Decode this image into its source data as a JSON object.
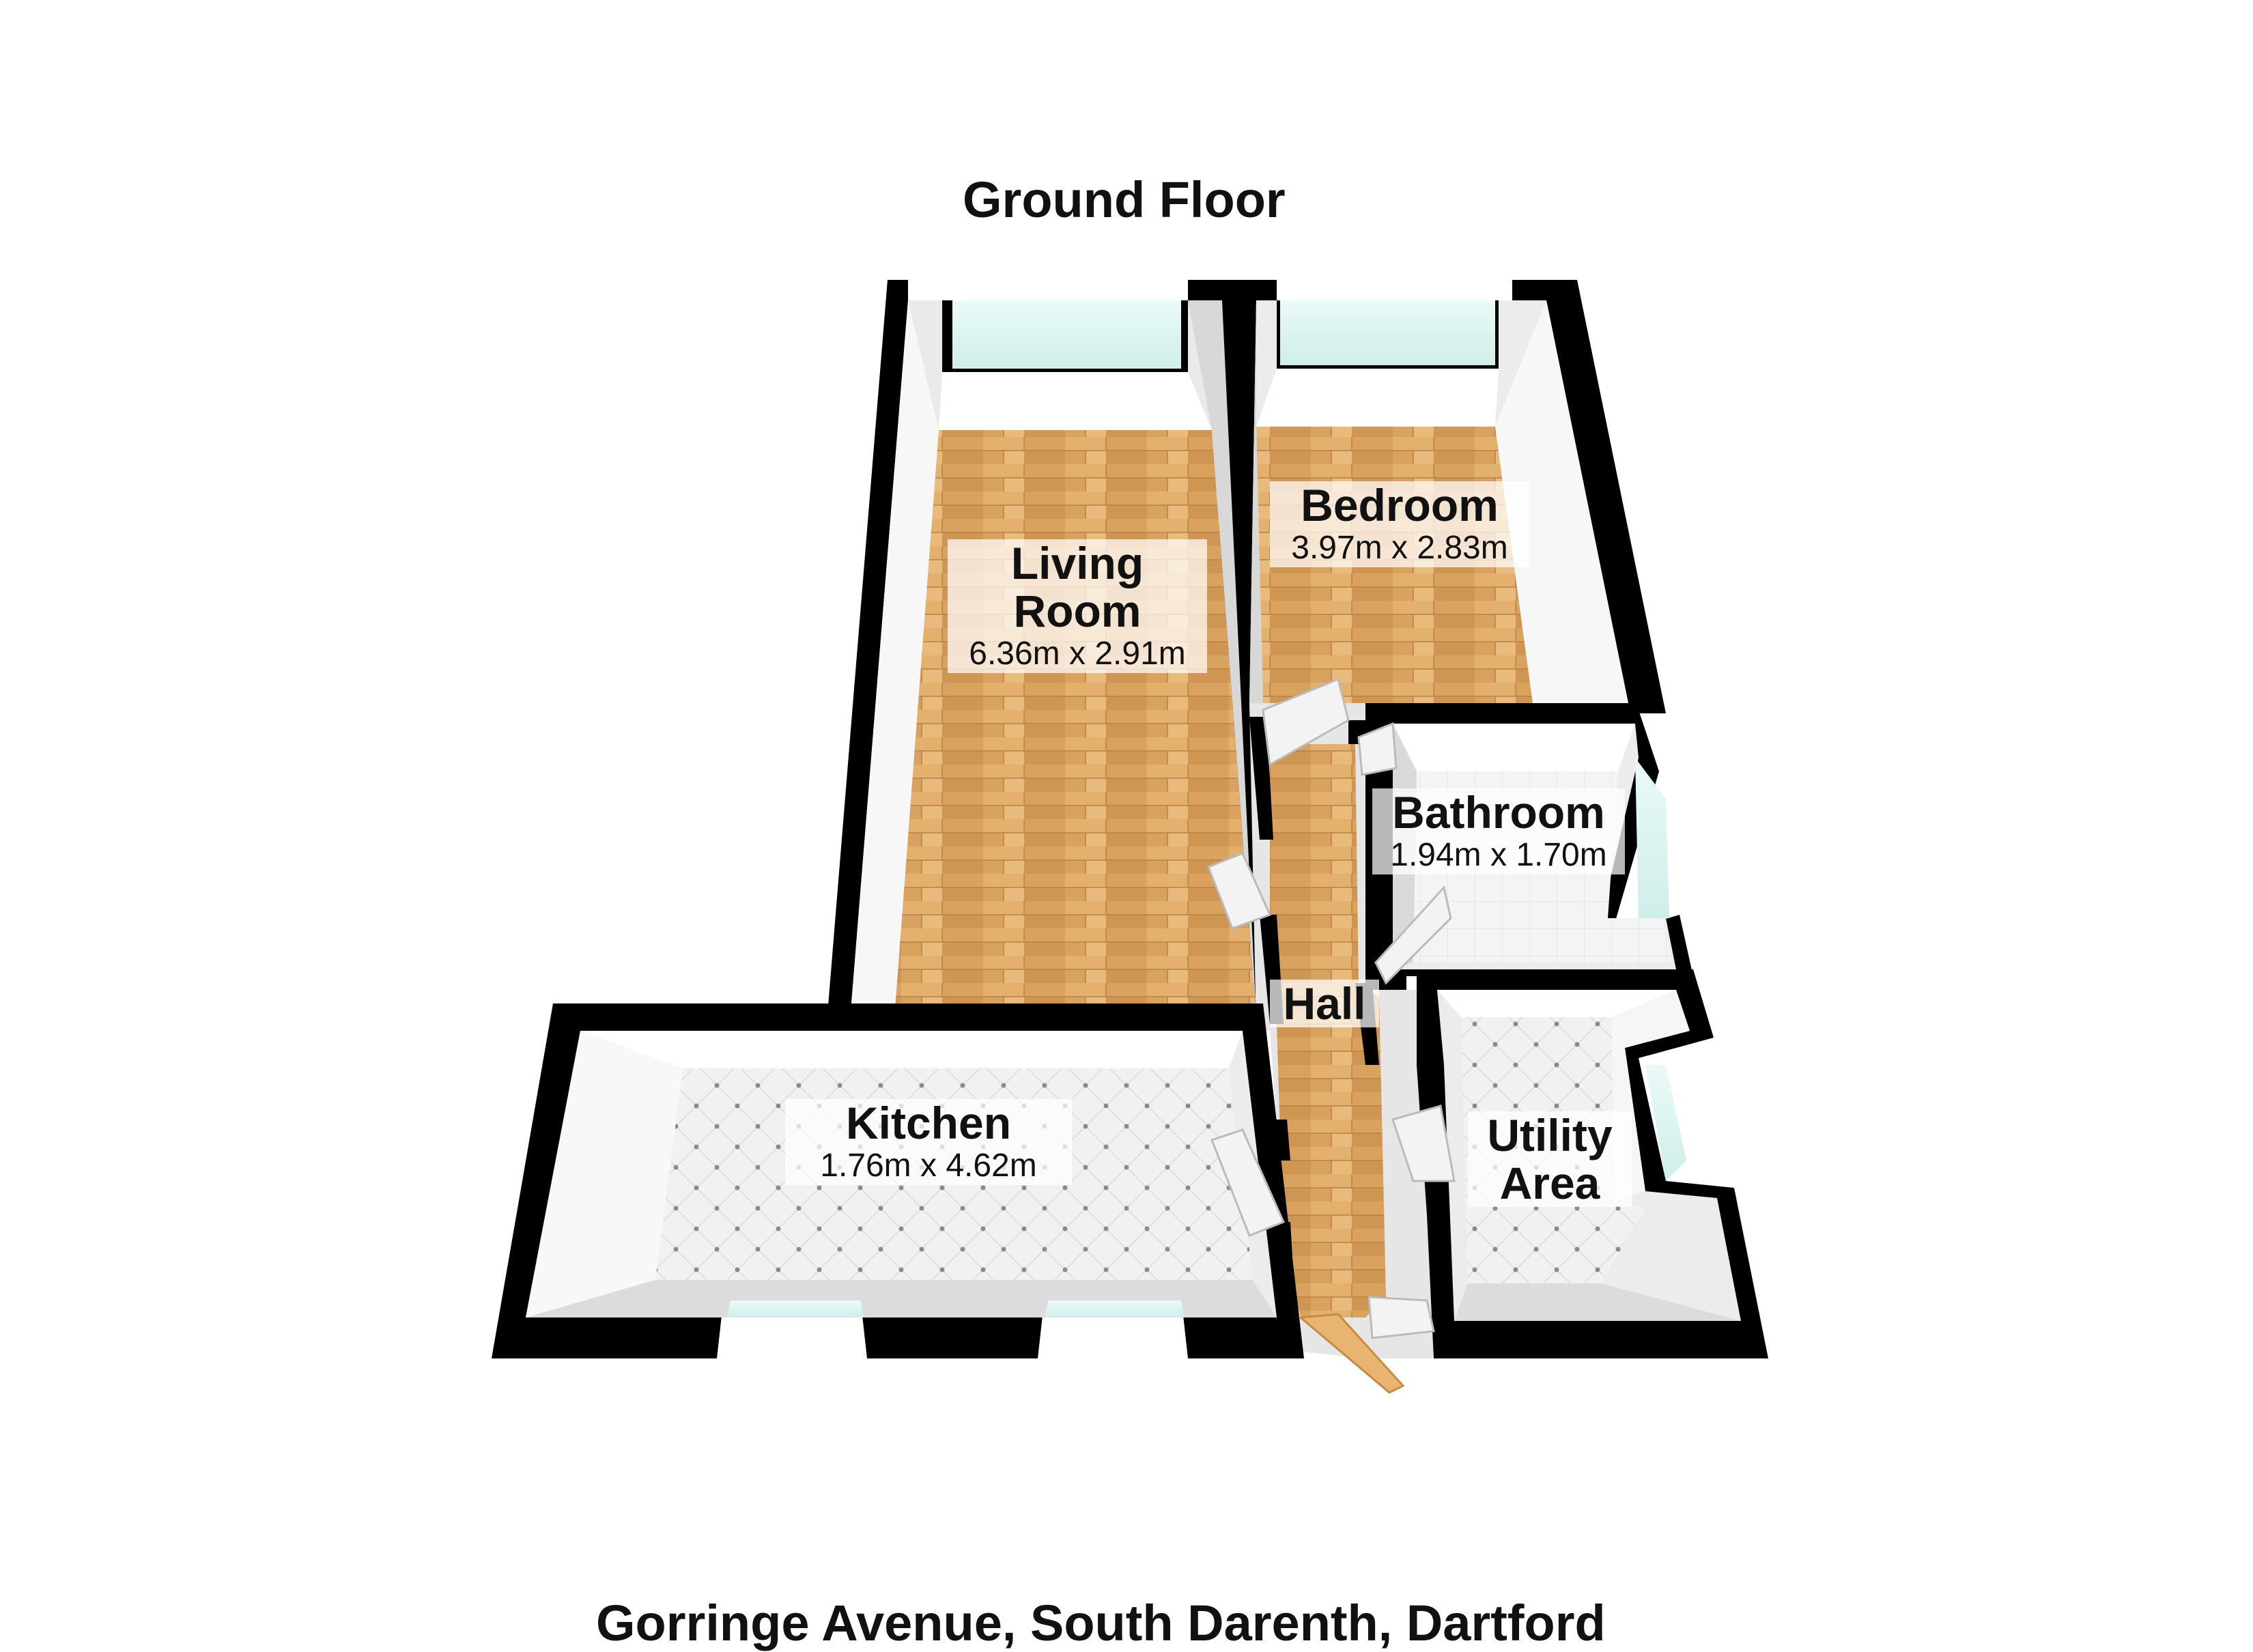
{
  "floor_title": "Ground Floor",
  "address": "Gorringe Avenue, South Darenth, Dartford",
  "rooms": [
    {
      "key": "living",
      "name_lines": [
        "Living",
        "Room"
      ],
      "dims": "6.36m x 2.91m"
    },
    {
      "key": "bedroom",
      "name_lines": [
        "Bedroom"
      ],
      "dims": "3.97m x 2.83m"
    },
    {
      "key": "bathroom",
      "name_lines": [
        "Bathroom"
      ],
      "dims": "1.94m x 1.70m"
    },
    {
      "key": "hall",
      "name_lines": [
        "Hall"
      ],
      "dims": ""
    },
    {
      "key": "kitchen",
      "name_lines": [
        "Kitchen"
      ],
      "dims": "1.76m x 4.62m"
    },
    {
      "key": "utility",
      "name_lines": [
        "Utility",
        "Area"
      ],
      "dims": ""
    }
  ],
  "colors": {
    "wall": "#000000",
    "inner_wall": "#eeeeee",
    "wood_floor": "#d9a25e",
    "tile_floor": "#f1f1f1",
    "window_glass": "#d6f1ee"
  }
}
